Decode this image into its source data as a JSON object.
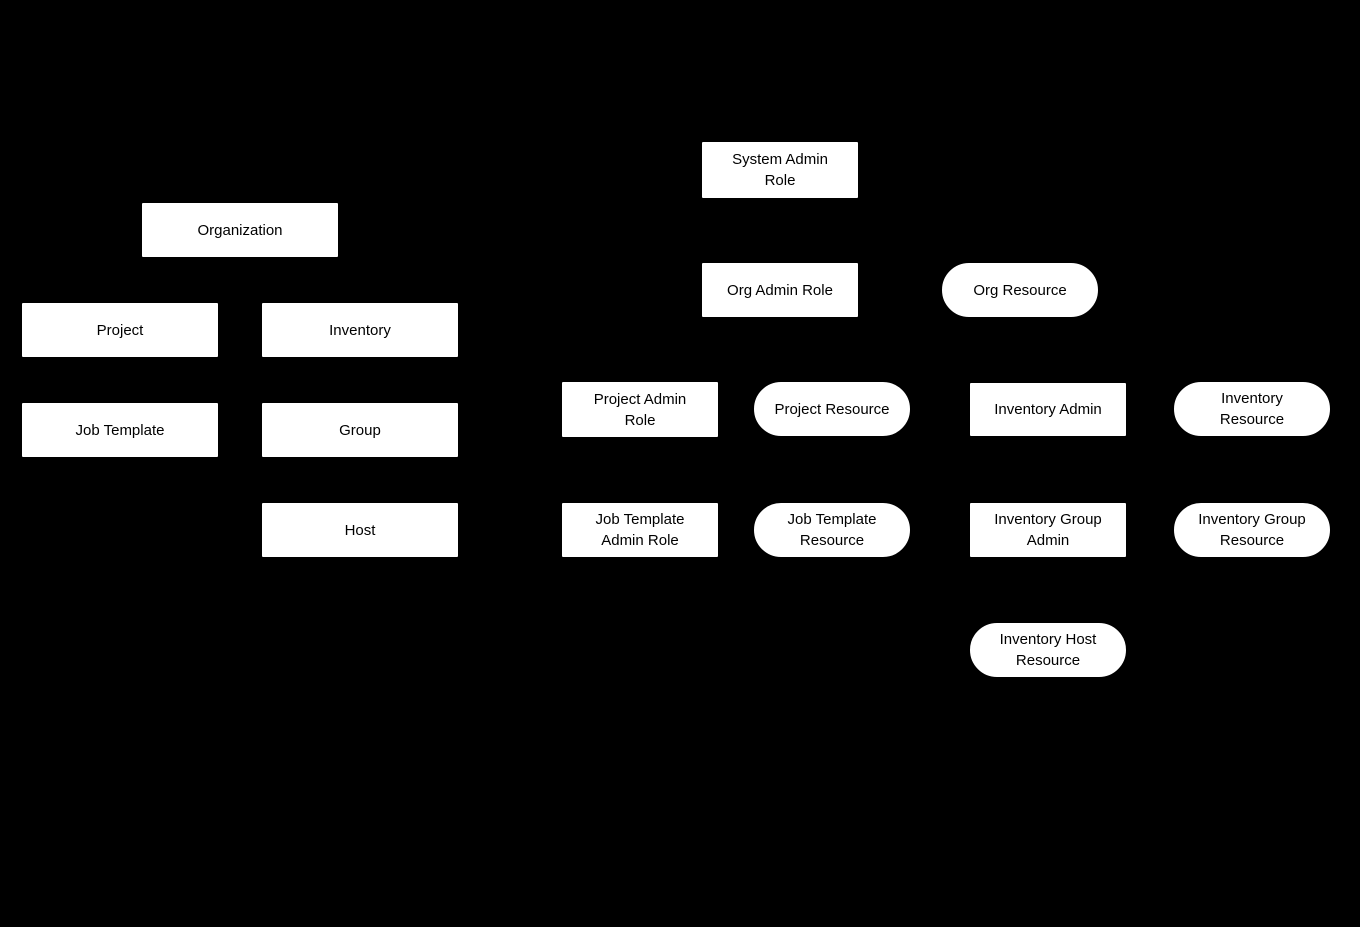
{
  "colors": {
    "background": "#000000",
    "node_fill": "#ffffff",
    "node_text": "#000000"
  },
  "diagram": {
    "nodes": [
      {
        "id": "organization",
        "label": "Organization",
        "shape": "rectangle"
      },
      {
        "id": "project",
        "label": "Project",
        "shape": "rectangle"
      },
      {
        "id": "inventory",
        "label": "Inventory",
        "shape": "rectangle"
      },
      {
        "id": "job-template",
        "label": "Job Template",
        "shape": "rectangle"
      },
      {
        "id": "group",
        "label": "Group",
        "shape": "rectangle"
      },
      {
        "id": "host",
        "label": "Host",
        "shape": "rectangle"
      },
      {
        "id": "system-admin-role",
        "label": "System Admin\nRole",
        "shape": "rectangle"
      },
      {
        "id": "org-admin-role",
        "label": "Org Admin Role",
        "shape": "rectangle"
      },
      {
        "id": "org-resource",
        "label": "Org Resource",
        "shape": "rounded"
      },
      {
        "id": "project-admin-role",
        "label": "Project Admin\nRole",
        "shape": "rectangle"
      },
      {
        "id": "project-resource",
        "label": "Project Resource",
        "shape": "rounded"
      },
      {
        "id": "inventory-admin",
        "label": "Inventory Admin",
        "shape": "rectangle"
      },
      {
        "id": "inventory-resource",
        "label": "Inventory\nResource",
        "shape": "rounded"
      },
      {
        "id": "job-template-admin-role",
        "label": "Job Template\nAdmin Role",
        "shape": "rectangle"
      },
      {
        "id": "job-template-resource",
        "label": "Job Template\nResource",
        "shape": "rounded"
      },
      {
        "id": "inventory-group-admin",
        "label": "Inventory Group\nAdmin",
        "shape": "rectangle"
      },
      {
        "id": "inventory-group-resource",
        "label": "Inventory Group\nResource",
        "shape": "rounded"
      },
      {
        "id": "inventory-host-resource",
        "label": "Inventory Host\nResource",
        "shape": "rounded"
      }
    ]
  }
}
